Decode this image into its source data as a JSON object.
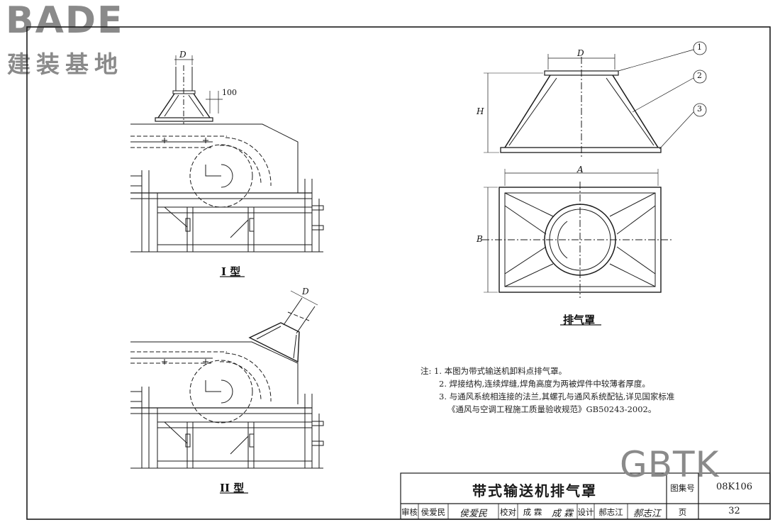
{
  "logo": {
    "text_en": "BADE",
    "text_cn": "建装基地"
  },
  "watermark": "GBTK",
  "drawing": {
    "type1_caption": "I 型",
    "type2_caption": "II 型",
    "hood_caption": "排气罩",
    "dim_D": "D",
    "dim_100": "100",
    "dim_H": "H",
    "dim_A": "A",
    "dim_B": "B",
    "callouts": [
      "1",
      "2",
      "3"
    ]
  },
  "notes": {
    "lead": "注:",
    "items": [
      "1. 本图为带式输送机卸料点排气罩。",
      "2. 焊接结构,连续焊缝,焊角高度为两被焊件中较薄者厚度。",
      "3. 与通风系统相连接的法兰,其螺孔与通风系统配钻,详见国家标准",
      "《通风与空调工程施工质量验收规范》GB50243-2002。"
    ]
  },
  "title_block": {
    "title": "带式输送机排气罩",
    "atlas_label": "图集号",
    "atlas_no": "08K106",
    "page_label": "页",
    "page_no": "32",
    "review_label": "审核",
    "reviewer": "侯爱民",
    "reviewer_sign": "侯爱民",
    "check_label": "校对",
    "checker": "成 霖",
    "checker_sign": "成 霖",
    "design_label": "设计",
    "designer": "郝志江",
    "designer_sign": "郝志江"
  }
}
